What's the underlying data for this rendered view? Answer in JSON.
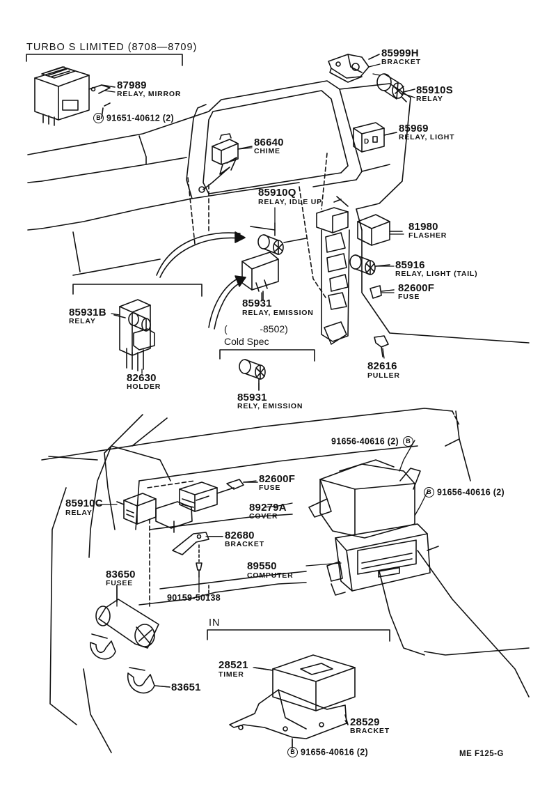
{
  "header": {
    "turbo_title": "TURBO S LIMITED (8708—8709)",
    "cold_spec_paren": "(            -8502)",
    "cold_spec": "Cold Spec",
    "in_label": "IN"
  },
  "parts": {
    "p87989": {
      "num": "87989",
      "desc": "RELAY, MIRROR"
    },
    "p85999h": {
      "num": "85999H",
      "desc": "BRACKET"
    },
    "p85910s": {
      "num": "85910S",
      "desc": "RELAY"
    },
    "p85969": {
      "num": "85969",
      "desc": "RELAY, LIGHT"
    },
    "p86640": {
      "num": "86640",
      "desc": "CHIME"
    },
    "p85910q": {
      "num": "85910Q",
      "desc": "RELAY, IDLE UP"
    },
    "p81980": {
      "num": "81980",
      "desc": "FLASHER"
    },
    "p85916": {
      "num": "85916",
      "desc": "RELAY, LIGHT (TAIL)"
    },
    "p82600f_top": {
      "num": "82600F",
      "desc": "FUSE"
    },
    "p85931b": {
      "num": "85931B",
      "desc": "RELAY"
    },
    "p85931_a": {
      "num": "85931",
      "desc": "RELAY, EMISSION"
    },
    "p82630": {
      "num": "82630",
      "desc": "HOLDER"
    },
    "p82616": {
      "num": "82616",
      "desc": "PULLER"
    },
    "p85931_b": {
      "num": "85931",
      "desc": "RELY, EMISSION"
    },
    "p82600f_low": {
      "num": "82600F",
      "desc": "FUSE"
    },
    "p85910c": {
      "num": "85910C",
      "desc": "RELAY"
    },
    "p89279a": {
      "num": "89279A",
      "desc": "COVER"
    },
    "p82680": {
      "num": "82680",
      "desc": "BRACKET"
    },
    "p83650": {
      "num": "83650",
      "desc": "FUSEE"
    },
    "p89550": {
      "num": "89550",
      "desc": "COMPUTER"
    },
    "p90159": {
      "num": "90159-50138"
    },
    "p28521": {
      "num": "28521",
      "desc": "TIMER"
    },
    "p28529": {
      "num": "28529",
      "desc": "BRACKET"
    },
    "p83651": {
      "num": "83651"
    }
  },
  "bolts": {
    "badge_letter": "B",
    "b1": "91651-40612 (2)",
    "b2": "91656-40616 (2)",
    "b3": "91656-40616 (2)",
    "b4": "91656-40616 (2)"
  },
  "footer": {
    "ref": "ME  F125-G"
  }
}
